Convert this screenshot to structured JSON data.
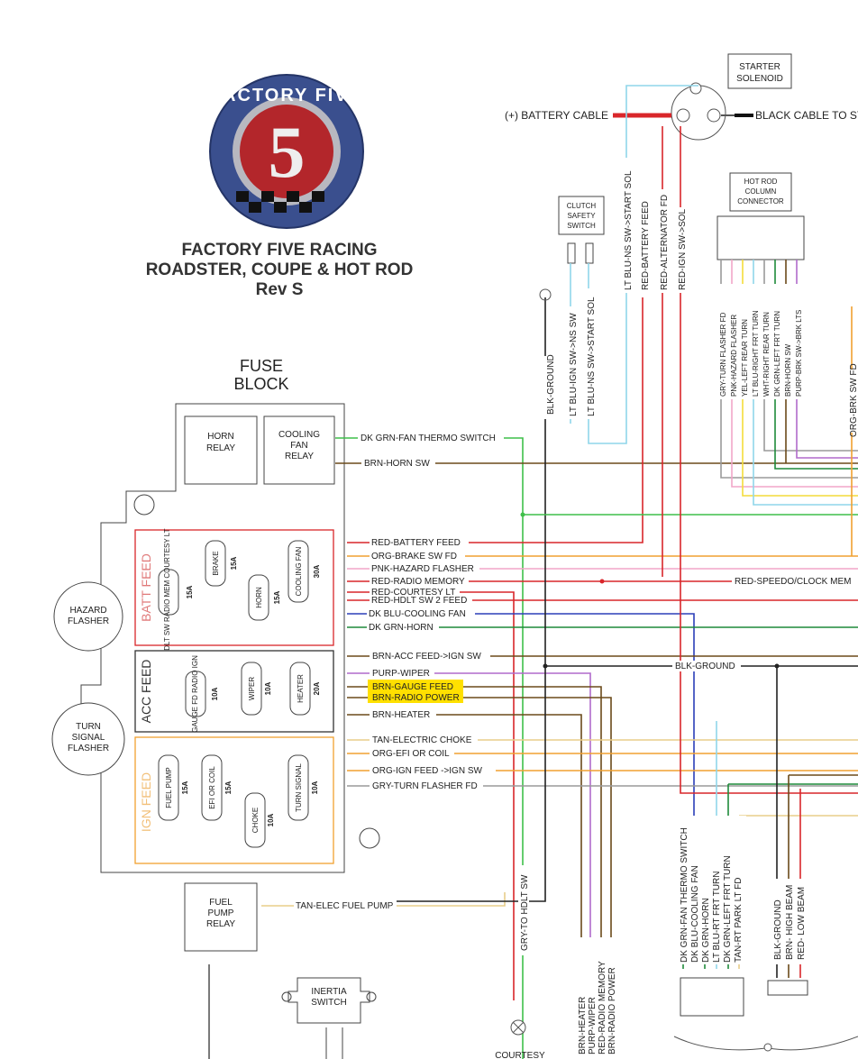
{
  "title": {
    "line1": "FACTORY FIVE RACING",
    "line2": "ROADSTER, COUPE & HOT ROD",
    "line3": "Rev S"
  },
  "logo": {
    "text": "FACTORY FIVE",
    "numeral": "5"
  },
  "fuse_block": {
    "title1": "FUSE",
    "title2": "BLOCK",
    "horn_relay": [
      "HORN",
      "RELAY"
    ],
    "cooling_fan_relay": [
      "COOLING",
      "FAN",
      "RELAY"
    ],
    "batt_feed_label": "BATT FEED",
    "acc_feed_label": "ACC FEED",
    "ign_feed_label": "IGN FEED",
    "fuel_pump_relay": [
      "FUEL",
      "PUMP",
      "RELAY"
    ]
  },
  "fuses": {
    "batt": [
      {
        "name": "HDLT SW RADIO MEM COURTESY LT",
        "amp": "15A"
      },
      {
        "name": "BRAKE",
        "amp": "15A"
      },
      {
        "name": "HORN",
        "amp": "15A"
      },
      {
        "name": "COOLING FAN",
        "amp": "30A"
      }
    ],
    "acc": [
      {
        "name": "GAUGE FD RADIO IGN",
        "amp": "10A"
      },
      {
        "name": "WIPER",
        "amp": "10A"
      },
      {
        "name": "HEATER",
        "amp": "20A"
      }
    ],
    "ign": [
      {
        "name": "FUEL PUMP",
        "amp": "15A"
      },
      {
        "name": "EFI OR COIL",
        "amp": "15A"
      },
      {
        "name": "CHOKE",
        "amp": "10A"
      },
      {
        "name": "TURN SIGNAL",
        "amp": "10A"
      }
    ]
  },
  "flashers": {
    "hazard": [
      "HAZARD",
      "FLASHER"
    ],
    "turn": [
      "TURN",
      "SIGNAL",
      "FLASHER"
    ]
  },
  "inertia_switch": [
    "INERTIA",
    "SWITCH"
  ],
  "starter": {
    "label": [
      "STARTER",
      "SOLENOID"
    ],
    "battery_cable": "(+) BATTERY CABLE",
    "black_cable": "BLACK CABLE TO ST"
  },
  "clutch_switch": [
    "CLUTCH",
    "SAFETY",
    "SWITCH"
  ],
  "column_connector": [
    "HOT ROD",
    "COLUMN",
    "CONNECTOR"
  ],
  "courtesy": "COURTESY",
  "wire_labels": {
    "fan_thermo": "DK GRN-FAN THERMO SWITCH",
    "horn_sw": "BRN-HORN SW",
    "red_batt": "RED-BATTERY FEED",
    "org_brake": "ORG-BRAKE SW FD",
    "pnk_hazard": "PNK-HAZARD FLASHER",
    "red_radio_mem": "RED-RADIO MEMORY",
    "red_courtesy": "RED-COURTESY LT",
    "red_hdlt": "RED-HDLT SW 2 FEED",
    "dk_blu_fan": "DK BLU-COOLING FAN",
    "dk_grn_horn": "DK GRN-HORN",
    "brn_acc": "BRN-ACC FEED->IGN SW",
    "purp_wiper": "PURP-WIPER",
    "brn_gauge": "BRN-GAUGE FEED",
    "brn_radio": "BRN-RADIO POWER",
    "brn_heater": "BRN-HEATER",
    "tan_choke": "TAN-ELECTRIC CHOKE",
    "org_efi": "ORG-EFI OR COIL",
    "org_ign": "ORG-IGN FEED ->IGN SW",
    "gry_turn": "GRY-TURN FLASHER FD",
    "tan_fuel": "TAN-ELEC FUEL PUMP",
    "red_speedo": "RED-SPEEDO/CLOCK MEM",
    "blk_ground": "BLK-GROUND"
  },
  "vertical_labels": {
    "blk_ground": "BLK-GROUND",
    "lt_blu_ign_ns": "LT BLU-IGN SW->NS SW",
    "lt_blu_ns_start": "LT BLU-NS SW->START SOL",
    "lt_blu_ns_sw_start": "LT BLU-NS SW->START SOL",
    "red_batt_feed": "RED-BATTERY FEED",
    "red_alt": "RED-ALTERNATOR FD",
    "red_ign_sol": "RED-IGN SW->SOL",
    "col": [
      "GRY-TURN FLASHER FD",
      "PNK-HAZARD FLASHER",
      "YEL-LEFT REAR TURN",
      "LT BLU-RIGHT FRT TURN",
      "WHT-RIGHT REAR TURN",
      "DK GRN-LEFT FRT TURN",
      "BRN-HORN SW",
      "PURP-BRK SW->BRK LTS"
    ],
    "org_brk_sw": "ORG-BRK SW FD",
    "gry_hdlt": "GRY-TO HDLT SW",
    "bottom_left": [
      "BRN-HEATER",
      "PURP-WIPER",
      "RED-RADIO MEMORY",
      "BRN-RADIO POWER"
    ],
    "bottom_mid": [
      "DK GRN-FAN THERMO SWITCH",
      "DK BLU-COOLING FAN",
      "DK GRN-HORN",
      "LT BLU-RT FRT TURN",
      "DK GRN-LEFT FRT TURN",
      "TAN-RT PARK LT FD"
    ],
    "bottom_right": [
      "BLK-GROUND",
      "BRN- HIGH BEAM",
      "RED- LOW BEAM"
    ]
  },
  "colors": {
    "red": "#d9262a",
    "orange": "#f0a030",
    "pink": "#f2a6c8",
    "brown": "#6b4a1a",
    "dkgreen": "#1f8a3a",
    "green": "#3fbf4a",
    "dkblue": "#2b3fb8",
    "ltblue": "#8fd6ea",
    "purple": "#b06acb",
    "tan": "#e8cd8a",
    "gray": "#9a9a9a",
    "yellow": "#f4dc3a",
    "highlight": "#ffe000"
  }
}
